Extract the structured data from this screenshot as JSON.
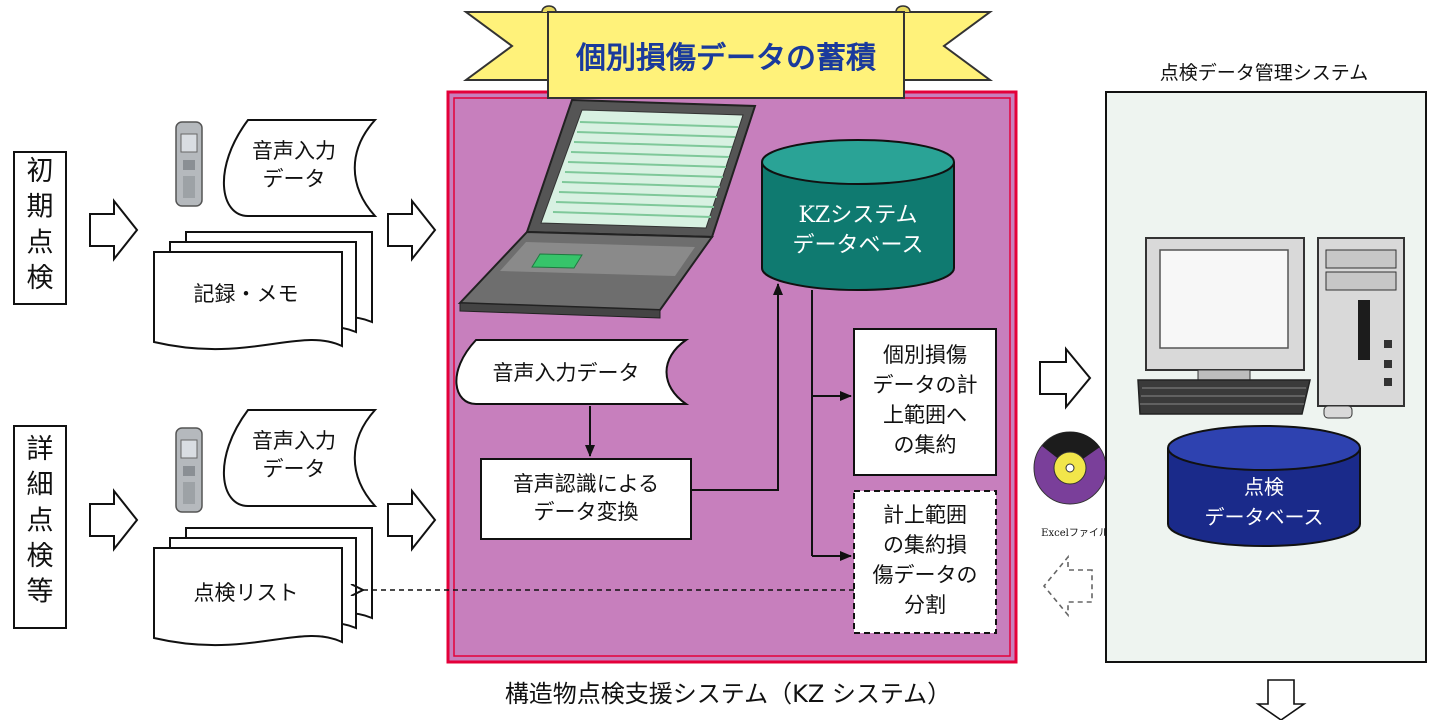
{
  "banner": {
    "title": "個別損傷データの蓄積"
  },
  "left": {
    "initial": {
      "label": "初期点検",
      "voice_doc": "音声入力\nデータ",
      "memo_doc": "記録・メモ"
    },
    "detailed": {
      "label": "詳細点検等",
      "voice_doc": "音声入力\nデータ",
      "list_doc": "点検リスト"
    }
  },
  "kz": {
    "caption": "構造物点検支援システム（KZ システム）",
    "database": "KZシステム\nデータベース",
    "voice_input": "音声入力データ",
    "speech_recognition": "音声認識による\nデータ変換",
    "aggregate": "個別損傷\nデータの計\n上範囲へ\nの集約",
    "split": "計上範囲\nの集約損\n傷データの\n分割"
  },
  "right": {
    "title": "点検データ管理システム",
    "database": "点検\nデータベース",
    "media_label": "Excelファイル等"
  },
  "colors": {
    "kz_fill": "#c77fbd",
    "kz_border": "#e4003a",
    "banner_fill": "#fff27a",
    "banner_text": "#1a3a9c",
    "kz_db_fill": "#0f7a70",
    "inspect_db_fill": "#1a2a8a",
    "right_panel_fill": "#eef4f0"
  },
  "icons": [
    "voice-recorder-icon",
    "laptop-icon",
    "desktop-computer-icon",
    "disc-icon"
  ]
}
